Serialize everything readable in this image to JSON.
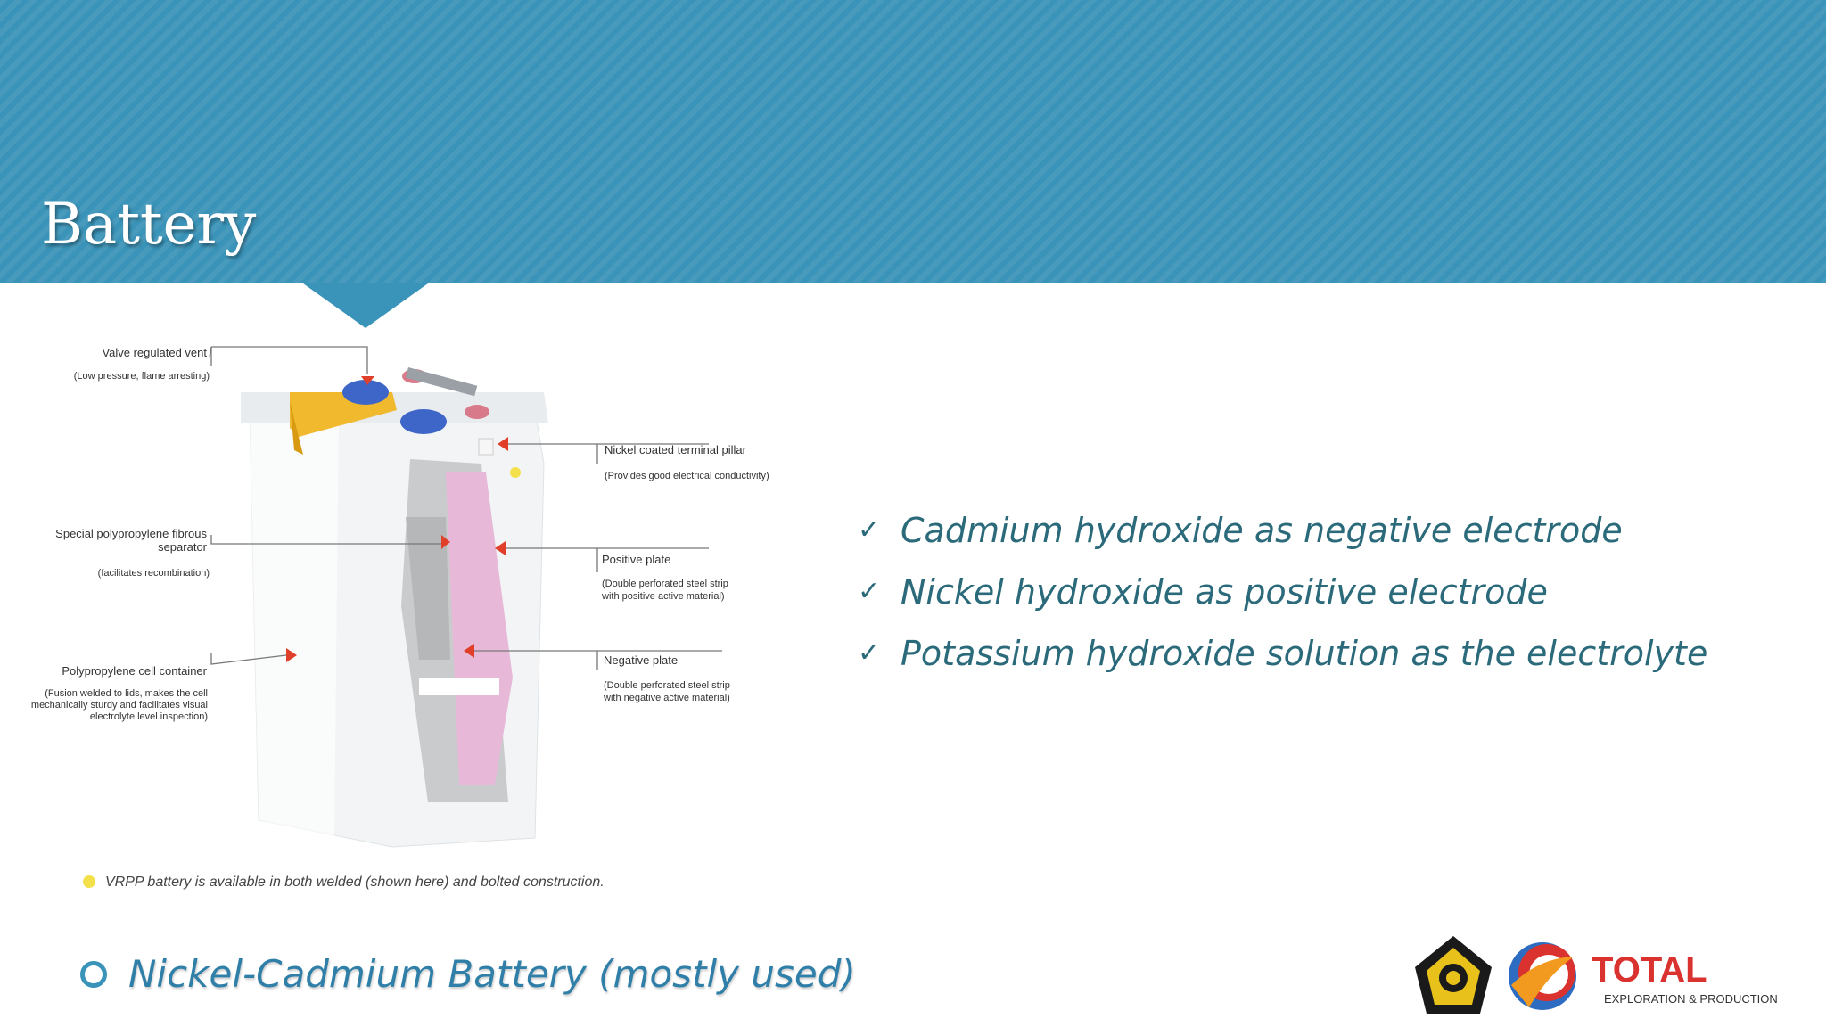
{
  "slide": {
    "title": "Battery",
    "bullets": [
      "Cadmium hydroxide as negative electrode",
      "Nickel hydroxide as positive electrode",
      "Potassium hydroxide solution as the electrolyte"
    ],
    "main_point": "Nickel-Cadmium Battery (mostly used)"
  },
  "diagram": {
    "labels": {
      "vent_title": "Valve regulated vent",
      "vent_sub": "(Low pressure, flame arresting)",
      "pillar_title": "Nickel coated terminal pillar",
      "pillar_sub": "(Provides good electrical conductivity)",
      "separator_title_1": "Special polypropylene fibrous",
      "separator_title_2": "separator",
      "separator_sub": "(facilitates recombination)",
      "positive_title": "Positive plate",
      "positive_sub_1": "(Double perforated steel strip",
      "positive_sub_2": "with positive active material)",
      "container_title": "Polypropylene cell container",
      "container_sub_1": "(Fusion welded to lids, makes the cell",
      "container_sub_2": "mechanically sturdy and facilitates visual",
      "container_sub_3": "electrolyte level inspection)",
      "negative_title": "Negative plate",
      "negative_sub_1": "(Double perforated steel strip",
      "negative_sub_2": "with negative active material)"
    },
    "footnote": "VRPP battery is available in both  welded (shown here) and bolted construction."
  },
  "logos": {
    "brand_name": "TOTAL",
    "brand_tagline": "EXPLORATION & PRODUCTION"
  },
  "colors": {
    "header": "#3a93b8",
    "text_accent": "#2b6a7a",
    "bullet_ring": "#3a93b8",
    "arrow": "#e0402a",
    "total_red": "#d9322f"
  }
}
